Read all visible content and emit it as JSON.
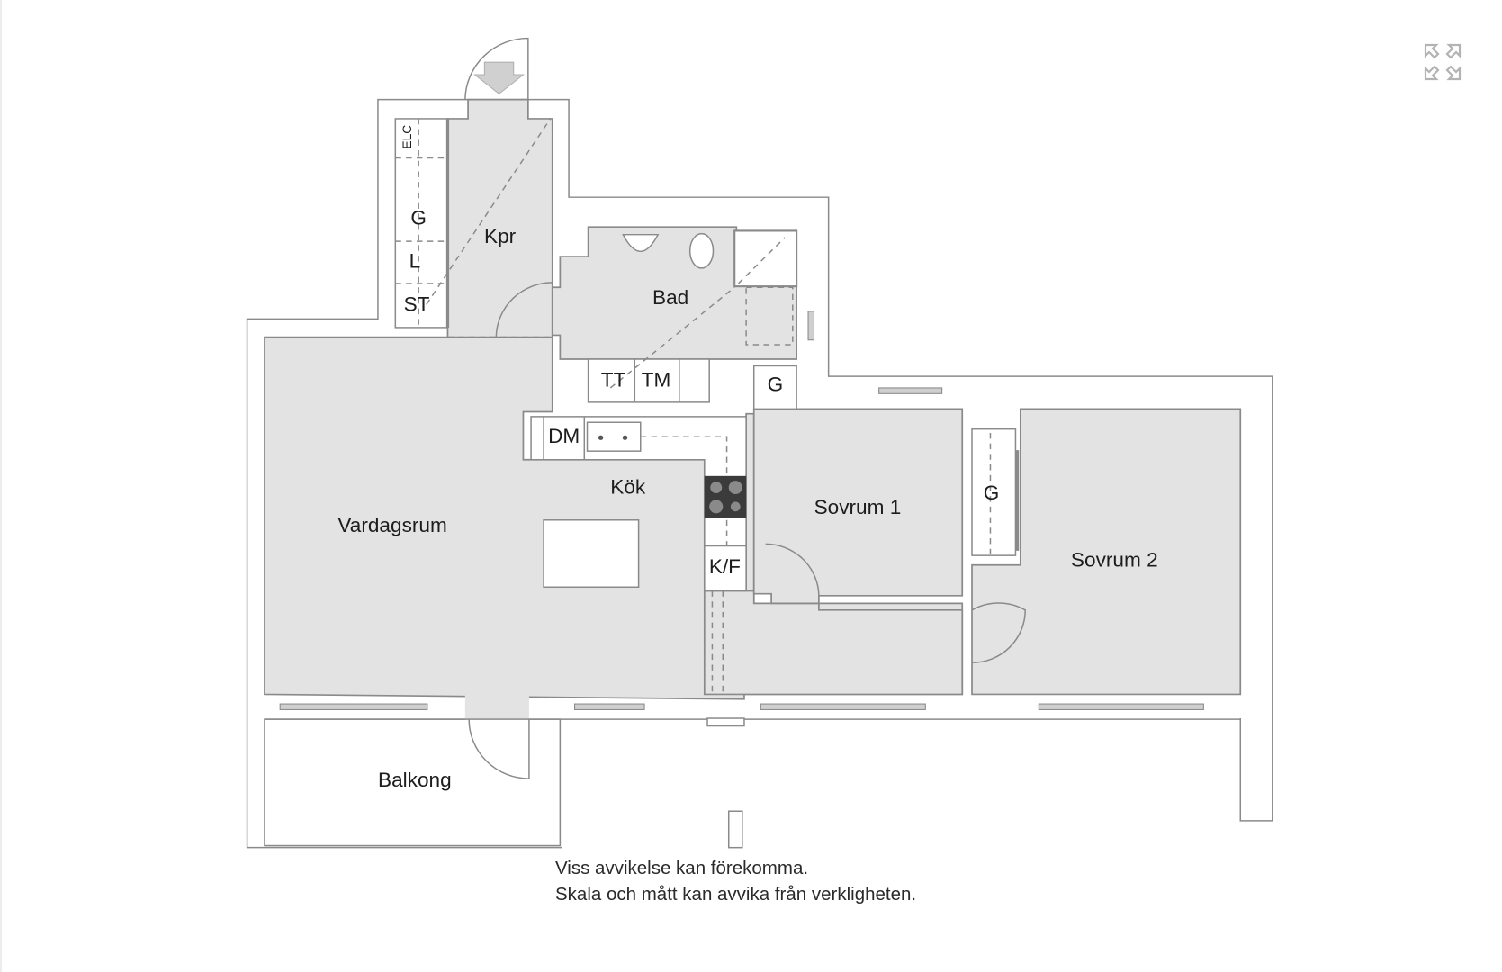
{
  "floorplan": {
    "rooms": {
      "kpr": "Kpr",
      "bad": "Bad",
      "vardagsrum": "Vardagsrum",
      "kok": "Kök",
      "sovrum1": "Sovrum 1",
      "sovrum2": "Sovrum 2",
      "balkong": "Balkong"
    },
    "fixtures": {
      "elc": "ELC",
      "closet_hall": "G",
      "linen": "L",
      "storage": "ST",
      "dryer": "TT",
      "washer": "TM",
      "dishwasher": "DM",
      "fridge_freezer": "K/F",
      "closet_small": "G",
      "closet_bedroom2": "G"
    }
  },
  "disclaimer": {
    "line1": "Viss avvikelse kan förekomma.",
    "line2": "Skala och mått kan avvika från verkligheten."
  },
  "controls": {
    "fullscreen_icon": "expand-arrows-icon"
  },
  "colors": {
    "room_fill": "#e3e3e3",
    "wall_stroke": "#8a8a8a",
    "stove": "#3b3b3b",
    "background": "#ffffff"
  }
}
